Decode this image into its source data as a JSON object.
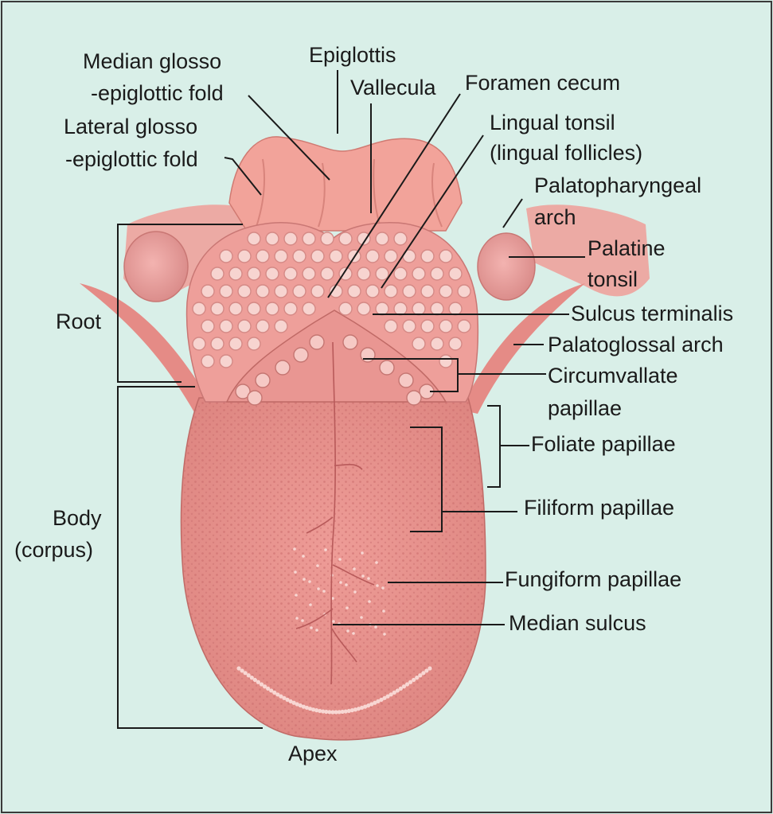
{
  "colors": {
    "background": "#d9efe8",
    "frame": "#3a3a3a",
    "tongue_body": "#e89590",
    "tongue_root": "#ee9f9a",
    "epiglottis": "#f2a39a",
    "tonsil": "#e8a0a0",
    "papilla_ring": "#f7d4d0",
    "line": "#1a1a1a"
  },
  "labels": {
    "median_glosso_1": "Median glosso",
    "median_glosso_2": "-epiglottic fold",
    "lateral_glosso_1": "Lateral glosso",
    "lateral_glosso_2": "-epiglottic fold",
    "epiglottis": "Epiglottis",
    "vallecula": "Vallecula",
    "foramen_cecum": "Foramen cecum",
    "lingual_tonsil_1": "Lingual tonsil",
    "lingual_tonsil_2": "(lingual follicles)",
    "palatopharyngeal_1": "Palatopharyngeal",
    "palatopharyngeal_2": "arch",
    "palatine_1": "Palatine",
    "palatine_2": "tonsil",
    "root": "Root",
    "sulcus_terminalis": "Sulcus terminalis",
    "palatoglossal": "Palatoglossal arch",
    "circumvallate_1": "Circumvallate",
    "circumvallate_2": "papillae",
    "foliate": "Foliate papillae",
    "filiform": "Filiform papillae",
    "body_1": "Body",
    "body_2": "(corpus)",
    "fungiform": "Fungiform papillae",
    "median_sulcus": "Median sulcus",
    "apex": "Apex"
  }
}
